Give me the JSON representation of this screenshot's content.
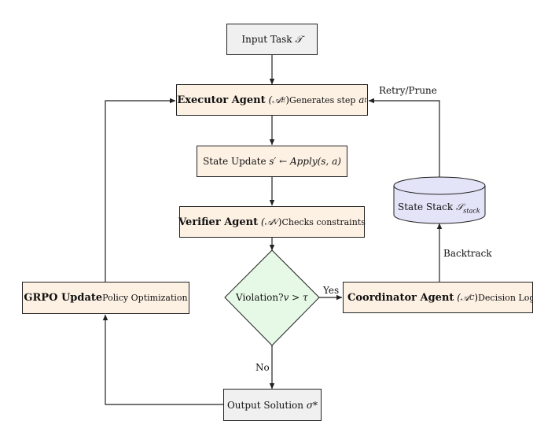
{
  "nodes": {
    "input_task": {
      "text": "Input Task",
      "symbol": "𝒯"
    },
    "executor": {
      "title": "Executor Agent",
      "symbol": "(𝒜",
      "sub": "E",
      "close": ")",
      "desc": "Generates step",
      "var": "a",
      "var_sub": "t"
    },
    "state_update": {
      "text": "State Update",
      "expr": "s′ ← Apply(s, a)"
    },
    "verifier": {
      "title": "Verifier Agent",
      "symbol": "(𝒜",
      "sub": "V",
      "close": ")",
      "desc": "Checks constraints"
    },
    "decision": {
      "text": "Violation?",
      "expr": "v > τ"
    },
    "coordinator": {
      "title": "Coordinator Agent",
      "symbol": "(𝒜",
      "sub": "C",
      "close": ")",
      "desc": "Decision Logic"
    },
    "state_stack": {
      "text": "State Stack",
      "symbol": "𝒮",
      "sub": "stack"
    },
    "grpo": {
      "title": "GRPO Update",
      "desc": "Policy Optimization"
    },
    "output": {
      "text": "Output Solution",
      "symbol": "σ*"
    }
  },
  "edge_labels": {
    "yes": "Yes",
    "no": "No",
    "backtrack": "Backtrack",
    "retry": "Retry/Prune"
  },
  "colors": {
    "agent_fill": "#fdf1e4",
    "io_fill": "#f0f0f0",
    "decision_fill": "#e6f9e6",
    "stack_fill": "#e4e4f8"
  }
}
